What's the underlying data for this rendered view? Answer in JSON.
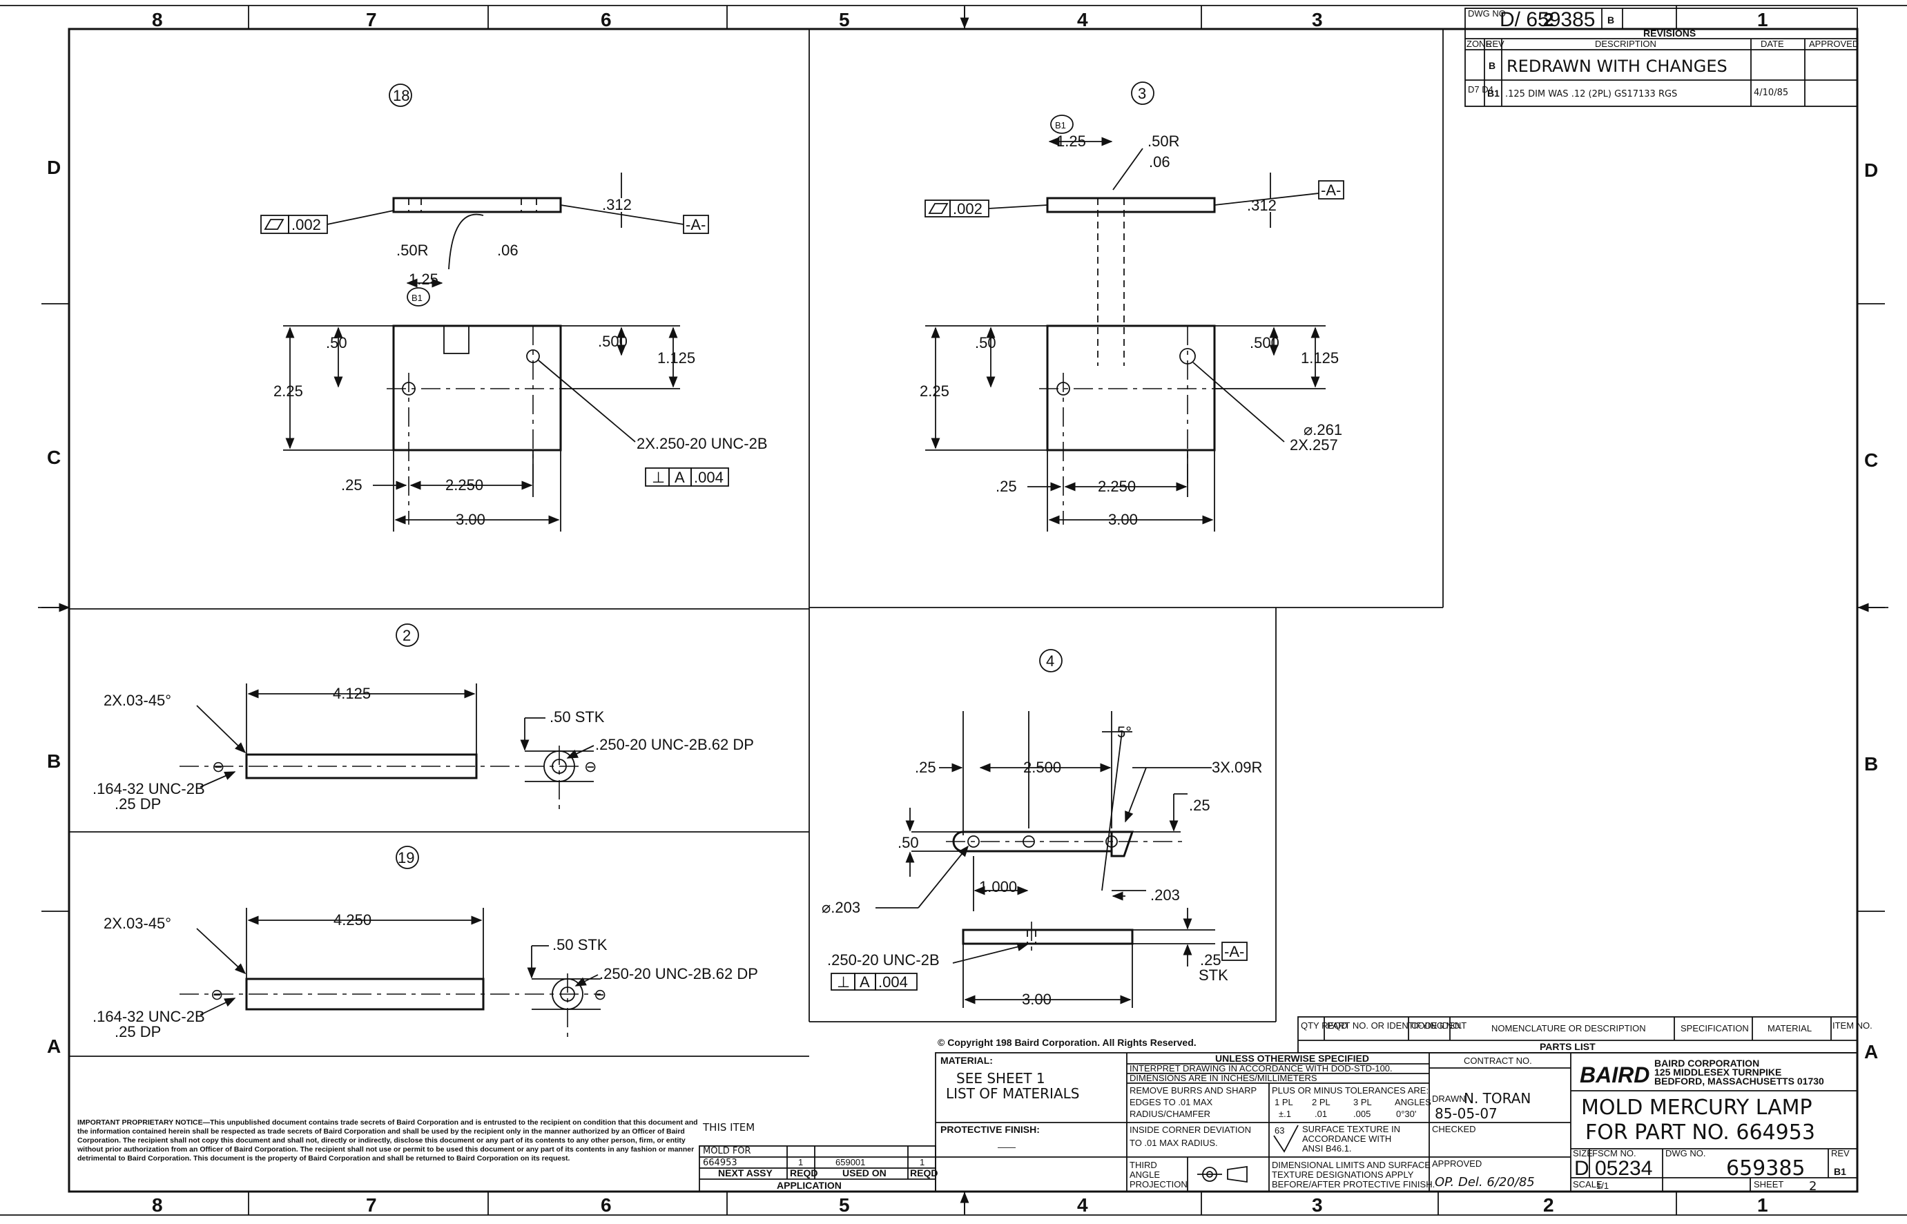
{
  "sheet": {
    "zones_top": [
      "8",
      "7",
      "6",
      "5",
      "4",
      "3",
      "2",
      "1"
    ],
    "zones_side": [
      "D",
      "C",
      "B",
      "A"
    ]
  },
  "revision_block": {
    "dwg_no_label": "DWG NO",
    "dwg_no": "D/ 659385",
    "sheet_ref": "B",
    "header": "REVISIONS",
    "columns": [
      "ZONE",
      "REV",
      "DESCRIPTION",
      "DATE",
      "APPROVED"
    ],
    "rows": [
      {
        "zone": "",
        "rev": "B",
        "description": "REDRAWN WITH CHANGES",
        "date": "",
        "approved": ""
      },
      {
        "zone": "D7 D4",
        "rev": "B1",
        "description": ".125 DIM WAS .12 (2PL) GS17133 RGS",
        "date": "4/10/85",
        "approved": ""
      }
    ]
  },
  "views": [
    {
      "id": "18",
      "flatness": ".002",
      "datum": "-A-",
      "dims": {
        "thickness": ".312",
        "radius": ".50R",
        "offset": ".06",
        "slot": "1.25",
        "rev_flag": "B1",
        "hole_y_left": ".50",
        "hole_y_right": ".500",
        "height_right": "1.125",
        "height": "2.25",
        "edge": ".25",
        "spacing": "2.250",
        "width": "3.00"
      },
      "callout": "2X.250-20 UNC-2B",
      "fcf": [
        "⊥",
        "A",
        ".004"
      ]
    },
    {
      "id": "3",
      "flatness": ".002",
      "datum": "-A-",
      "dims": {
        "thickness": ".312",
        "radius": ".50R",
        "offset": ".06",
        "slot": "1.25",
        "rev_flag": "B1",
        "hole_y_left": ".50",
        "hole_y_right": ".500",
        "height_right": "1.125",
        "height": "2.25",
        "edge": ".25",
        "spacing": "2.250",
        "width": "3.00"
      },
      "callout_dia": "⌀.261",
      "callout": "2X.257"
    },
    {
      "id": "2",
      "chamfer": "2X.03-45°",
      "length": "4.125",
      "stock": ".50 STK",
      "tap_end": ".250-20 UNC-2B.62 DP",
      "tap_side_1": ".164-32 UNC-2B",
      "tap_side_2": ".25 DP"
    },
    {
      "id": "19",
      "chamfer": "2X.03-45°",
      "length": "4.250",
      "stock": ".50 STK",
      "tap_end": ".250-20 UNC-2B.62 DP",
      "tap_side_1": ".164-32 UNC-2B",
      "tap_side_2": ".25 DP"
    },
    {
      "id": "4",
      "angle": "5°",
      "edge": ".25",
      "spacing": "2.500",
      "radius": "3X.09R",
      "height": ".50",
      "right_edge": ".25",
      "hole_offset": "1.000",
      "right_offset": ".203",
      "dia": "⌀.203",
      "tap": ".250-20 UNC-2B",
      "fcf": [
        "⊥",
        "A",
        ".004"
      ],
      "stock": ".25",
      "stock_label": "STK",
      "datum": "-A-",
      "width": "3.00"
    }
  ],
  "title_block": {
    "copyright": "© Copyright 198   Baird Corporation. All Rights Reserved.",
    "material_label": "MATERIAL:",
    "material_1": "SEE SHEET 1",
    "material_2": "LIST OF MATERIALS",
    "finish_label": "PROTECTIVE FINISH:",
    "finish_value": "——",
    "unless": "UNLESS OTHERWISE SPECIFIED",
    "interpret": "INTERPRET DRAWING IN ACCORDANCE WITH DOD-STD-100.",
    "dimensions": "DIMENSIONS ARE IN INCHES/MILLIMETERS",
    "remove_burrs": "REMOVE BURRS AND SHARP",
    "edges_to": "EDGES TO .01    MAX",
    "radius_chamfer": "RADIUS/CHAMFER",
    "tol_header": "PLUS OR MINUS TOLERANCES ARE:",
    "tol_cols": [
      "1 PL",
      "2 PL",
      "3 PL",
      "ANGLES"
    ],
    "tol_vals": [
      "±.1",
      ".01",
      ".005",
      "0°30'"
    ],
    "corner": "INSIDE CORNER DEVIATION",
    "corner_2": "TO .01    MAX RADIUS.",
    "surface_num": "63",
    "surface_1": "SURFACE TEXTURE IN",
    "surface_2": "ACCORDANCE WITH",
    "surface_3": "ANSI B46.1.",
    "third_1": "THIRD",
    "third_2": "ANGLE",
    "third_3": "PROJECTION",
    "dimlimits_1": "DIMENSIONAL LIMITS AND SURFACE",
    "dimlimits_2": "TEXTURE DESIGNATIONS APPLY",
    "dimlimits_3": "BEFORE/AFTER PROTECTIVE FINISH.",
    "contract_label": "CONTRACT NO.",
    "drawn_label": "DRAWN",
    "drawn_name": "N. TORAN",
    "drawn_date": "85-05-07",
    "checked_label": "CHECKED",
    "approved_label": "APPROVED",
    "approved_value": "OP. Del.  6/20/85",
    "logo": "BAIRD",
    "company_1": "BAIRD CORPORATION",
    "company_2": "125 MIDDLESEX TURNPIKE",
    "company_3": "BEDFORD, MASSACHUSETTS  01730",
    "title_1": "MOLD MERCURY LAMP",
    "title_2": "FOR PART NO. 664953",
    "size_label": "SIZE",
    "fscm_label": "FSCM NO.",
    "dwgno_label": "DWG NO.",
    "rev_label": "REV",
    "size": "D",
    "fscm": "05234",
    "dwg_no": "659385",
    "rev": "B1",
    "scale_label": "SCALE",
    "scale": "1/1",
    "sheet_label": "SHEET",
    "sheet": "2"
  },
  "parts_list": {
    "header": "PARTS LIST",
    "columns": [
      "QTY REQD",
      "PART NO. OR IDENTIFYING NO.",
      "CODE IDENT",
      "NOMENCLATURE OR DESCRIPTION",
      "SPECIFICATION",
      "MATERIAL",
      "ITEM NO."
    ]
  },
  "application": {
    "this_item": "THIS ITEM",
    "mold_for": "MOLD FOR",
    "next_assy_value": "664953",
    "qty": "1",
    "used_on": "659001",
    "reqd": "1",
    "cols": [
      "NEXT ASSY",
      "REQD",
      "USED ON",
      "REQD"
    ],
    "label": "APPLICATION"
  },
  "notice": "IMPORTANT PROPRIETARY NOTICE—This unpublished document contains trade secrets of Baird Corporation and is entrusted to the recipient on condition that this document and the information contained herein shall be respected as trade secrets of Baird Corporation and shall be used by the recipient only in the manner authorized by an Officer of Baird Corporation. The recipient shall not copy this document and shall not, directly or indirectly, disclose this document or any part of its contents to any other person, firm, or entity without prior authorization from an Officer of Baird Corporation. The recipient shall not use or permit to be used this document or any part of its contents in any fashion or manner detrimental to Baird Corporation. This document is the property of Baird Corporation and shall be returned to Baird Corporation on its request."
}
